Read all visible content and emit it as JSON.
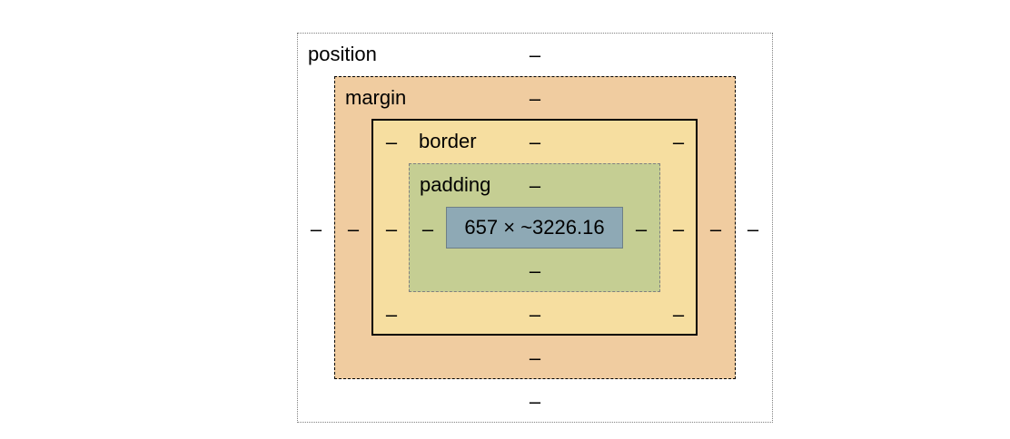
{
  "colors": {
    "margin": "#f0cca0",
    "border": "#f6dea0",
    "padding": "#c5ce93",
    "content": "#8ea9b5"
  },
  "position": {
    "label": "position",
    "top": "–",
    "right": "–",
    "bottom": "–",
    "left": "–"
  },
  "margin": {
    "label": "margin",
    "top": "–",
    "right": "–",
    "bottom": "–",
    "left": "–"
  },
  "border": {
    "label": "border",
    "top": "–",
    "right": "–",
    "bottom": "–",
    "left": "–",
    "radius_top_left": "–",
    "radius_top_right": "–",
    "radius_bottom_left": "–",
    "radius_bottom_right": "–"
  },
  "padding": {
    "label": "padding",
    "top": "–",
    "right": "–",
    "bottom": "–",
    "left": "–"
  },
  "content": {
    "size": "657 × ~3226.16"
  }
}
